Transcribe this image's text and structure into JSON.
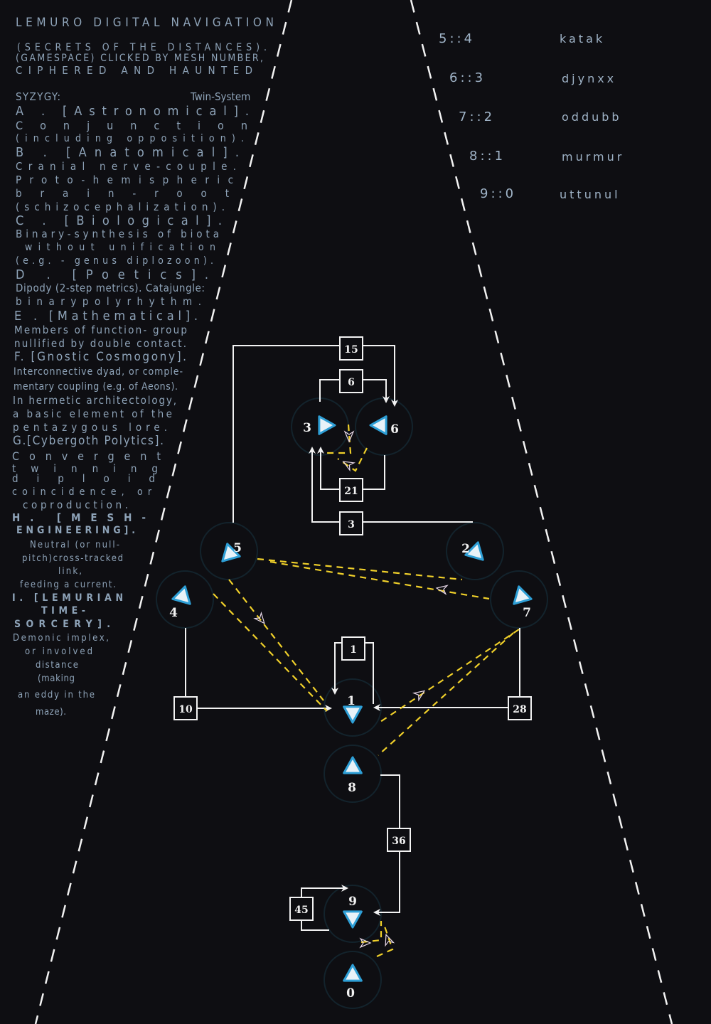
{
  "title": "LEMURO DIGITAL NAVIGATION",
  "text_lines": [
    "LEMURO DIGITAL NAVIGATION",
    "(SECRETS OF THE DISTANCES).",
    "(GAMESPACE) CLICKED BY MESH NUMBER,",
    "CIPHERED AND HAUNTED",
    "SYZYGY:",
    "A . [Astronomical].",
    "Conjunction",
    "(including opposition).",
    "B . [Anatomical].",
    "Cranial nerve-couple.",
    "Proto-hemispheric",
    "brain-root",
    "(schizocephalization).",
    "C . [Biological].",
    "Binary-synthesis of biota",
    "without unification",
    "(e.g. - genus diplozoon).",
    "D . [Poetics].",
    "Dipody (2-step metrics). Catajungle:",
    "binarypolyrhythm.",
    "E . [Mathematical].",
    "Members of function- group",
    "nullified by double contact.",
    "F. [Gnostic Cosmogony].",
    "Interconnective dyad, or comple-",
    "mentary coupling (e.g. of Aeons).",
    "In hermetic architectology,",
    "a basic element of the",
    "pentazygous lore.",
    "G.[Cybergoth Polytics].",
    "Convergent",
    "twinning",
    "diploid",
    "coincidence, or",
    "coproduction.",
    "H. [MESH-",
    "ENGINEERING].",
    "Neutral (or null-",
    "pitch)cross-tracked",
    "link,",
    "feeding a current.",
    "I. [LEMURIAN",
    "TIME-",
    "SORCERY].",
    "Demonic implex,",
    "or involved",
    "distance",
    "(making",
    "an eddy in the",
    "maze)."
  ],
  "syzygy_right": "Twin-System",
  "syzygy_table": [
    {
      "ratio": "5::4",
      "name": "katak"
    },
    {
      "ratio": "6::3",
      "name": "djynxx"
    },
    {
      "ratio": "7::2",
      "name": "oddubb"
    },
    {
      "ratio": "8::1",
      "name": "murmur"
    },
    {
      "ratio": "9::0",
      "name": "uttunul"
    }
  ],
  "zones": [
    "0",
    "1",
    "2",
    "3",
    "4",
    "5",
    "6",
    "7",
    "8",
    "9"
  ],
  "currents": [
    "15",
    "6",
    "21",
    "3",
    "1",
    "10",
    "28",
    "36",
    "45"
  ],
  "colors": {
    "background": "#0e0e12",
    "text": "#8ea3b8",
    "triangle": "#2e9fd6",
    "current": "#f2f2f2",
    "syzygy": "#f0d02a"
  }
}
